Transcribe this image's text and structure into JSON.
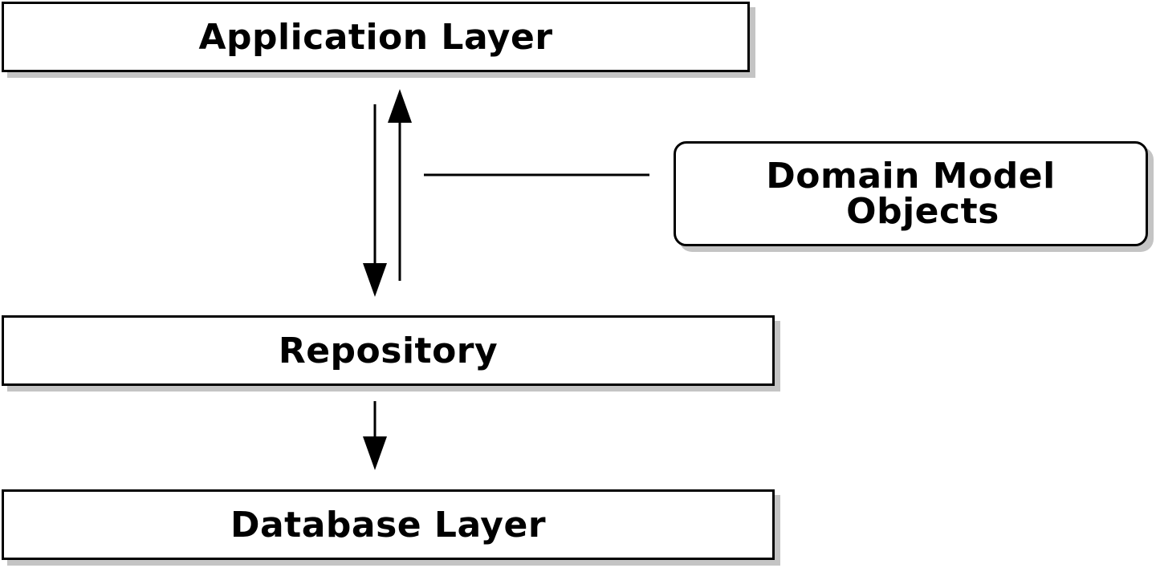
{
  "diagram": {
    "application_layer": "Application Layer",
    "repository": "Repository",
    "database_layer": "Database Layer",
    "domain_model_objects": [
      "Domain Model",
      "Objects"
    ],
    "colors": {
      "stroke": "#000000",
      "fill": "#ffffff",
      "shadow": "#c4c4c4"
    }
  }
}
